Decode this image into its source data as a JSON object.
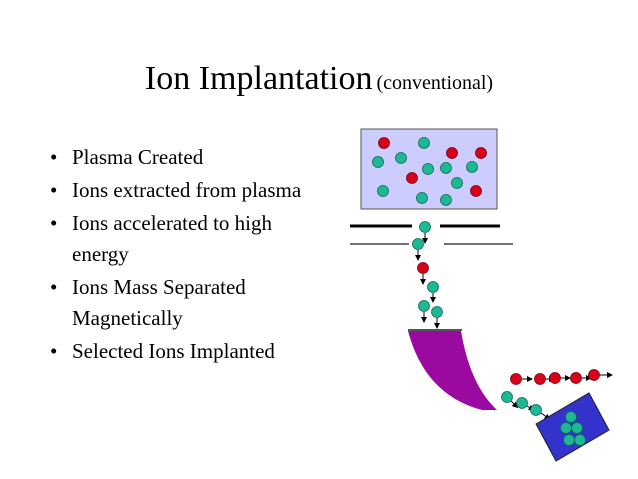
{
  "title": {
    "main": "Ion Implantation",
    "sub": "(conventional)"
  },
  "bullet_glyph": "•",
  "bullets": [
    "Plasma Created",
    "Ions extracted from plasma",
    "Ions accelerated to high energy",
    "Ions Mass Separated Magnetically",
    "Selected Ions Implanted"
  ],
  "colors": {
    "plasma_box": "#ccccff",
    "ion_green": "#1fb894",
    "ion_red": "#d9001b",
    "magnet": "#9a0aa0",
    "wafer": "#3333cc"
  }
}
